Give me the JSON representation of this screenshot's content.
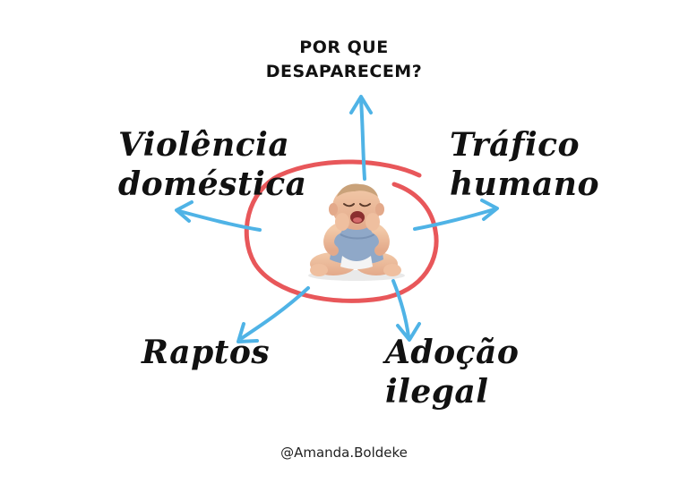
{
  "title": {
    "line1": "POR QUE",
    "line2": "DESAPARECEM?"
  },
  "causes": {
    "domestic_violence": {
      "line1": "Violência",
      "line2": "doméstica"
    },
    "trafficking": {
      "line1": "Tráfico",
      "line2": "humano"
    },
    "kidnapping": {
      "line1": "Raptos"
    },
    "illegal_adoption": {
      "line1": "Adoção",
      "line2": "ilegal"
    }
  },
  "credit": "@Amanda.Boldeke",
  "colors": {
    "arrow": "#4fb3e6",
    "circle": "#e8575a",
    "text": "#111111"
  },
  "center_image": "crying-baby"
}
